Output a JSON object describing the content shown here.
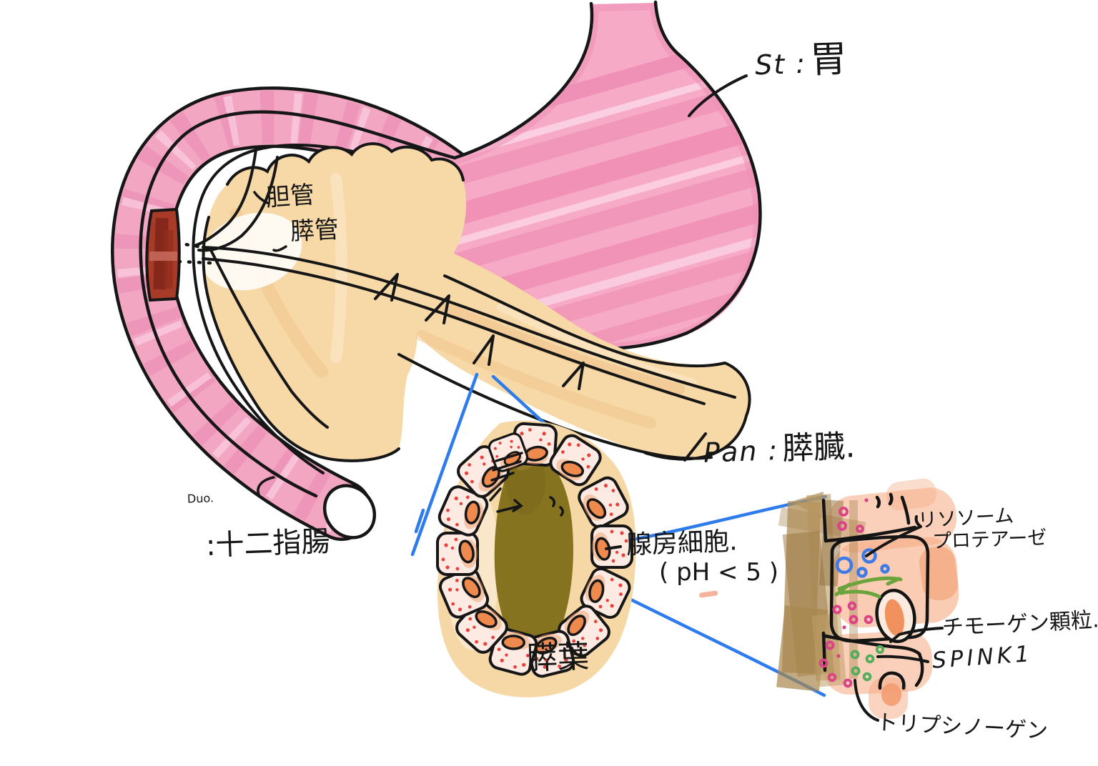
{
  "labels": {
    "stomach_abbr": "St :",
    "stomach_kanji": "胃",
    "bile_duct": "胆管",
    "pancreatic_duct": "膵管",
    "pancreas_abbr": "Pan :",
    "pancreas_kanji": "膵臓.",
    "duodenum_abbr": "Duo.",
    "duodenum_kanji": ":十二指腸",
    "lobule": "膵葉",
    "acinar_cell": "腺房細胞.",
    "ph_note": "( pH < 5 )",
    "lysosome": "リソソーム",
    "protease": "プロテアーゼ",
    "zymogen_granule": "チモーゲン顆粒.",
    "spink1": "SPINK1",
    "trypsinogen": "トリプシノーゲン"
  },
  "colors": {
    "stomach_pink": "#f6aac5",
    "stomach_stripe": "#ee8ab1",
    "duodenum_pink": "#f2a6c2",
    "papilla_maroon": "#a83b28",
    "pancreas_tan": "#f7d9a7",
    "lobule_tan": "#f6d7a6",
    "lumen_olive": "#867320",
    "acinar_cell_fill": "#fceae3",
    "nucleus_orange": "#ee8a4e",
    "granule_red": "#e8403a",
    "callout_blue": "#2e7bec",
    "detail_salmon": "#f6aa82",
    "duct_brown": "#ae8c54",
    "lysosome_blue": "#3f7be6",
    "er_green": "#6ba33c",
    "granule_magenta": "#dc4387",
    "granule_green": "#54ad5c",
    "outline_black": "#161616"
  }
}
